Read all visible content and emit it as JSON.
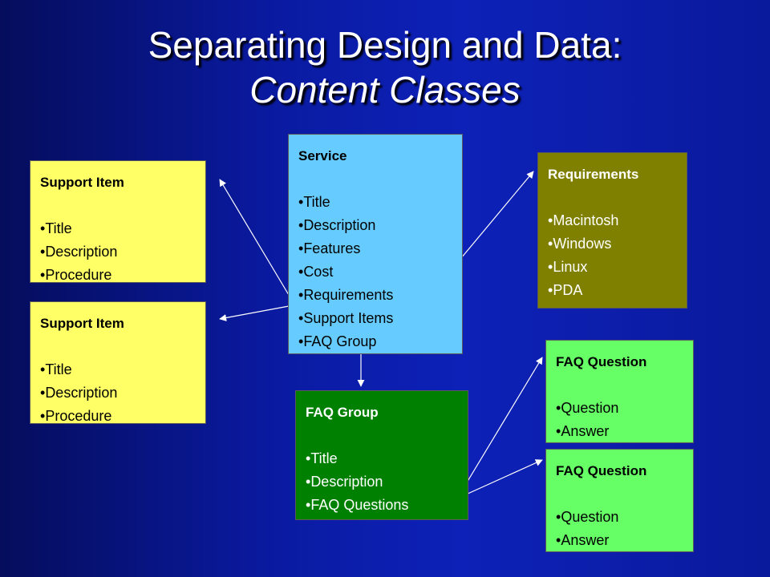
{
  "title": {
    "line1": "Separating Design and Data:",
    "line2": "Content Classes"
  },
  "boxes": {
    "support_item_1": {
      "heading": "Support Item",
      "items": [
        "Title",
        "Description",
        "Procedure"
      ]
    },
    "support_item_2": {
      "heading": "Support Item",
      "items": [
        "Title",
        "Description",
        "Procedure"
      ]
    },
    "service": {
      "heading": "Service",
      "items": [
        "Title",
        "Description",
        "Features",
        "Cost",
        "Requirements",
        "Support Items",
        "FAQ Group"
      ]
    },
    "requirements": {
      "heading": "Requirements",
      "items": [
        "Macintosh",
        "Windows",
        "Linux",
        "PDA"
      ]
    },
    "faq_group": {
      "heading": "FAQ Group",
      "items": [
        "Title",
        "Description",
        "FAQ Questions"
      ]
    },
    "faq_question_1": {
      "heading": "FAQ Question",
      "items": [
        "Question",
        "Answer"
      ]
    },
    "faq_question_2": {
      "heading": "FAQ Question",
      "items": [
        "Question",
        "Answer"
      ]
    }
  },
  "colors": {
    "support_item": "#ffff66",
    "service": "#66ccff",
    "requirements": "#808000",
    "faq_group": "#008000",
    "faq_question": "#66ff66",
    "arrow": "#ffffff"
  }
}
